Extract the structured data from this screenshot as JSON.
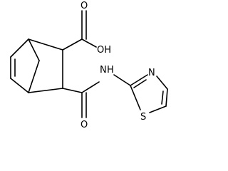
{
  "molecule": {
    "atom_labels": {
      "carboxyl_hydroxyl": "OH",
      "carboxyl_oxygen": "O",
      "amide_oxygen": "O",
      "amide_nitrogen": "N",
      "amide_hydrogen": "H",
      "thiazole_nitrogen": "N",
      "thiazole_sulfur": "S"
    }
  }
}
